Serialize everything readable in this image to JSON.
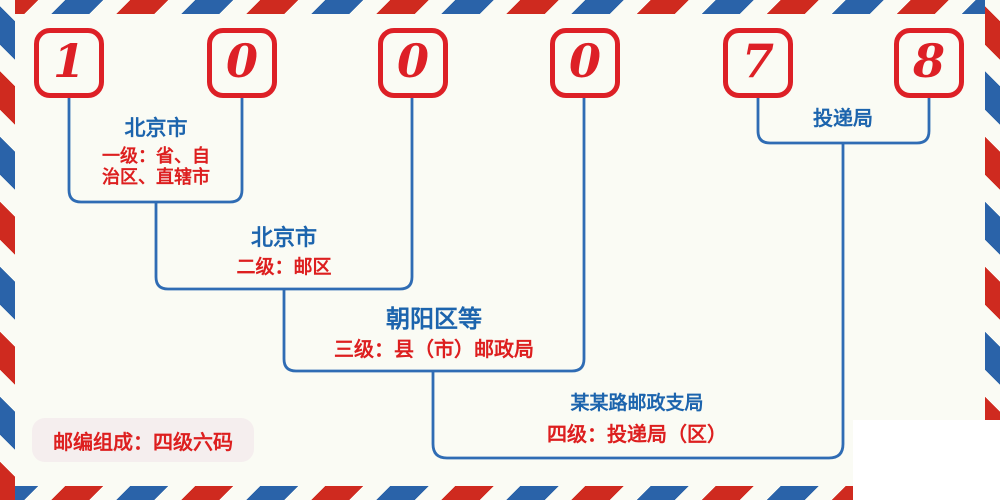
{
  "palette": {
    "bg": "#fafbf4",
    "stripe-red": "#cf2a1f",
    "stripe-blue": "#2a63a9",
    "accent-red": "#dd2026",
    "text-red": "#dd1f1f",
    "text-blue": "#1c64ad",
    "line-blue": "#2f6cb4",
    "badge-bg": "#f5eeee",
    "patch-white": "#ffffff"
  },
  "postal_code": {
    "value": "100078",
    "digits": [
      "1",
      "0",
      "0",
      "0",
      "7",
      "8"
    ]
  },
  "annotations": {
    "level1": {
      "title": "北京市",
      "subtitle": "一级：省、自\n治区、直辖市"
    },
    "level2": {
      "title": "北京市",
      "subtitle": "二级：邮区"
    },
    "level3": {
      "title": "朝阳区等",
      "subtitle": "三级：县（市）邮政局"
    },
    "level4": {
      "title": "某某路邮政支局",
      "subtitle": "四级：投递局（区）"
    },
    "delivery": {
      "title": "投递局"
    }
  },
  "legend": {
    "text": "邮编组成：四级六码"
  }
}
